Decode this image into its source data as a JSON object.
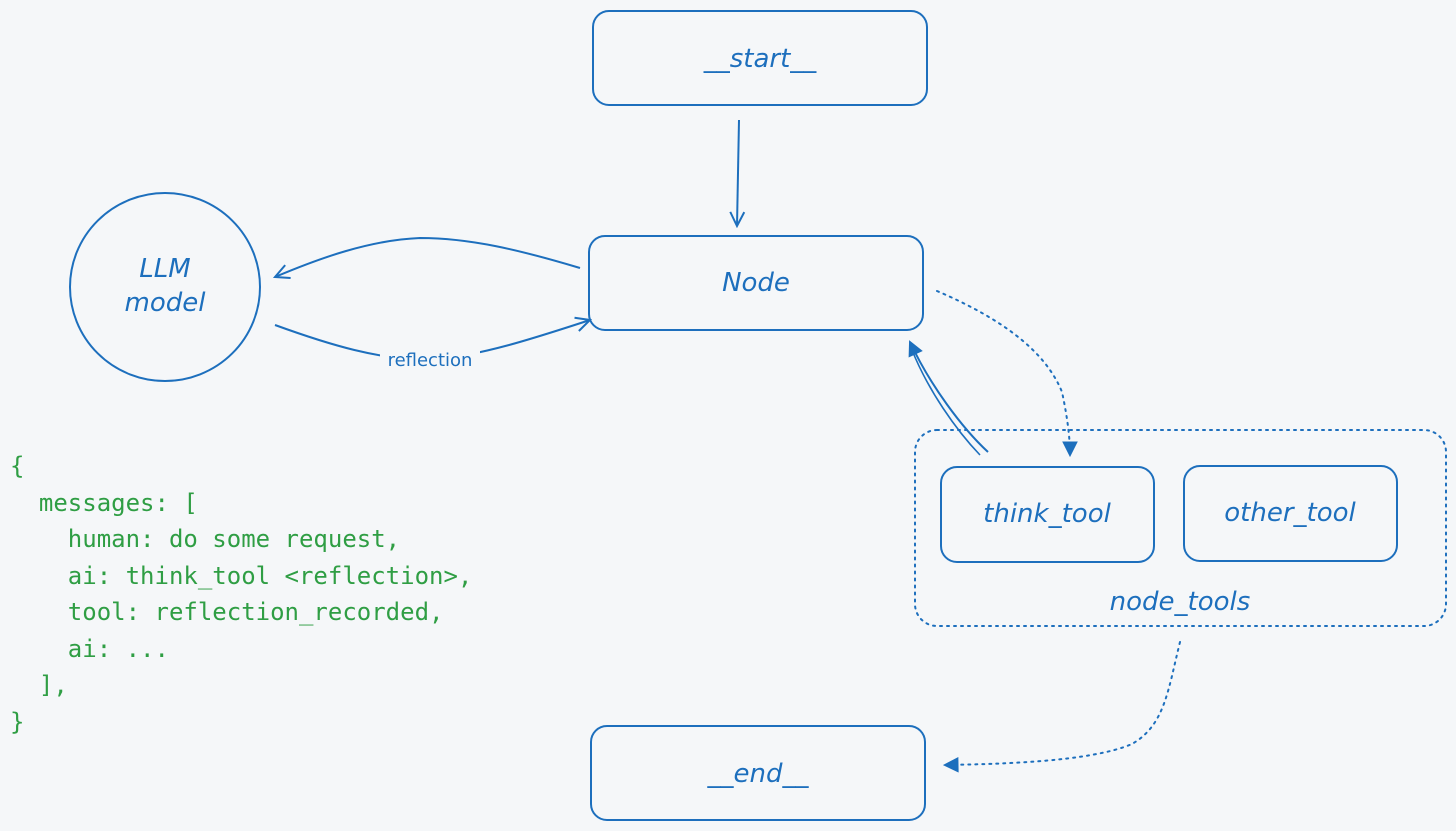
{
  "nodes": {
    "start": "__start__",
    "node": "Node",
    "llm_line1": "LLM",
    "llm_line2": "model",
    "think_tool": "think_tool",
    "other_tool": "other_tool",
    "group": "node_tools",
    "end": "__end__"
  },
  "edges": {
    "reflection": "reflection"
  },
  "code": {
    "lines": [
      "{",
      "  messages: [",
      "    human: do some request,",
      "    ai: think_tool <reflection>,",
      "    tool: reflection_recorded,",
      "    ai: ...",
      "  ],",
      "}"
    ]
  },
  "colors": {
    "stroke": "#1d6fbd",
    "code": "#2f9e44",
    "background": "#f5f7f9"
  }
}
